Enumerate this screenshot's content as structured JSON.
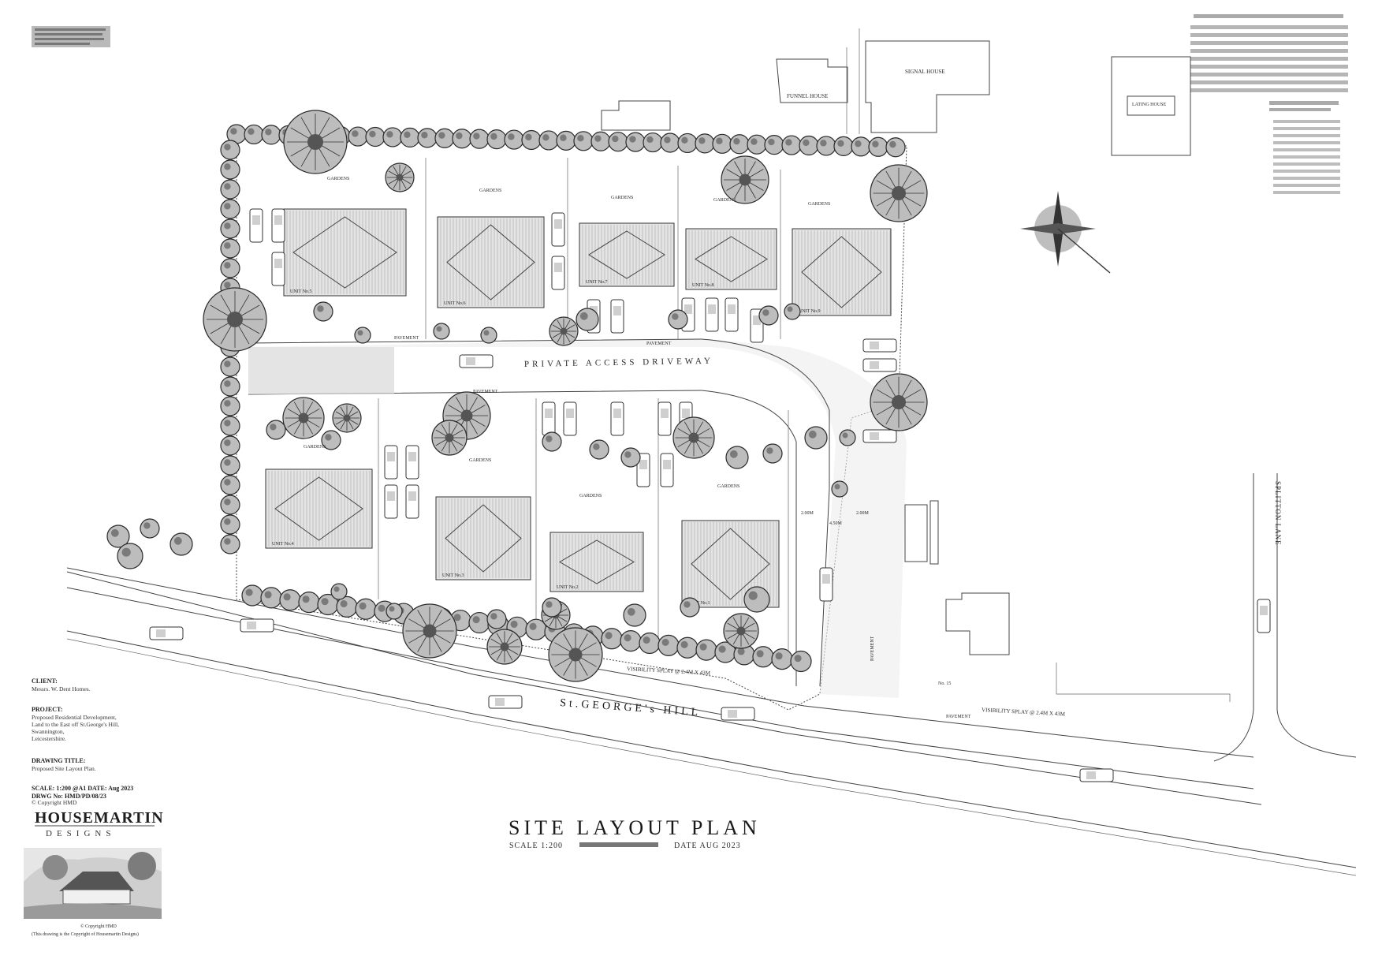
{
  "drawing_title": "SITE LAYOUT PLAN",
  "scale_label": "SCALE 1:200",
  "date_label": "DATE AUG 2023",
  "road_name": "St.GEORGE's HILL",
  "driveway_label": "PRIVATE ACCESS DRIVEWAY",
  "lane_label": "SPLITTON LANE",
  "neighbours": {
    "funnel_house": "FUNNEL HOUSE",
    "signal_house": "SIGNAL HOUSE",
    "lacing_house": "LATING HOUSE"
  },
  "units": [
    {
      "label": "UNIT No.5"
    },
    {
      "label": "UNIT No.6"
    },
    {
      "label": "UNIT No.7"
    },
    {
      "label": "UNIT No.8"
    },
    {
      "label": "UNIT No.9"
    },
    {
      "label": "UNIT No.4"
    },
    {
      "label": "UNIT No.3"
    },
    {
      "label": "UNIT No.2"
    },
    {
      "label": "UNIT No.1"
    }
  ],
  "garden_label": "GARDENS",
  "footpath_label": "PAVEMENT",
  "visibility_splay_label": "VISIBILITY SPLAY @ 2.4M X 43M",
  "no15_label": "No. 15",
  "dims": {
    "d1": "2.00M",
    "d2": "4.50M",
    "d3": "2.00M"
  },
  "client": {
    "heading": "CLIENT:",
    "value": "Messrs. W. Dent Homes."
  },
  "project": {
    "heading": "PROJECT:",
    "lines": [
      "Proposed Residential Development,",
      "Land to the East off St.George's Hill,",
      "Swannington,",
      "Leicestershire."
    ]
  },
  "drawing": {
    "heading": "DRAWING TITLE:",
    "value": "Proposed Site Layout Plan."
  },
  "scale_info": {
    "line1": "SCALE: 1:200 @A1 DATE: Aug 2023",
    "line2": "DRWG No: HMD/PD/08/23",
    "line3": "© Copyright HMD"
  },
  "brand": {
    "name": "HOUSEMARTIN",
    "sub": "DESIGNS"
  },
  "copyright": {
    "line1": "© Copyright HMD",
    "line2": "(This drawing is the Copyright of Housemartin Designs)"
  },
  "colors": {
    "ink": "#2a2a2a",
    "roof": "#dcdcdc",
    "tree": "#5a5a5a",
    "paper": "#ffffff"
  }
}
